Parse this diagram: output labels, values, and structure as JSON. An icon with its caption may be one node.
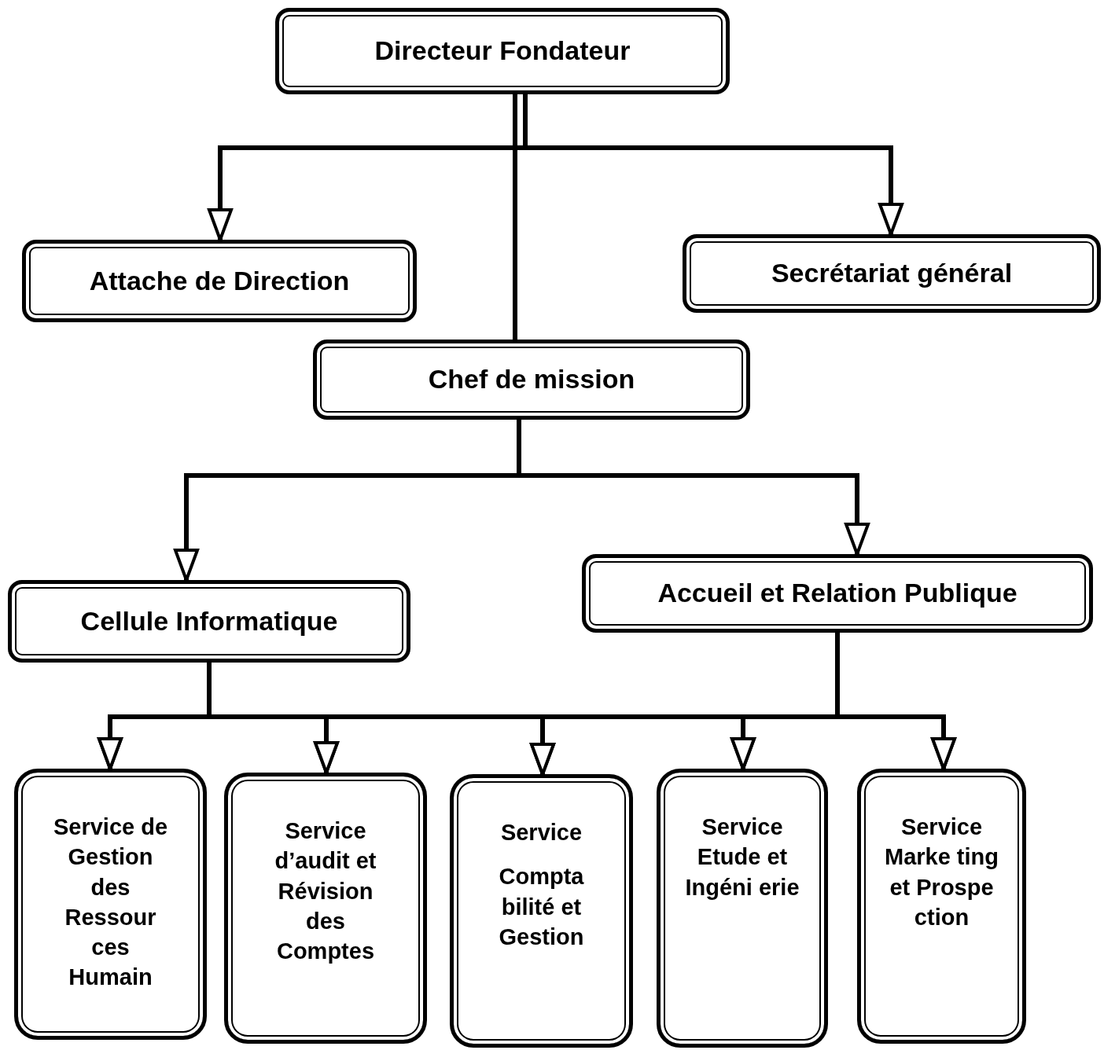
{
  "diagram": {
    "nodes": [
      {
        "text": [
          "Directeur  Fondateur"
        ]
      },
      {
        "text": [
          "Attache de Direction"
        ]
      },
      {
        "text": [
          "Secrétariat général"
        ]
      },
      {
        "text": [
          "Chef de mission"
        ]
      },
      {
        "text": [
          "Cellule Informatique"
        ]
      },
      {
        "text": [
          "Accueil et Relation Publique"
        ]
      },
      {
        "text": [
          "Service de Gestion des Ressour ces Humain"
        ]
      },
      {
        "text": [
          "Service d’audit et Révision des Comptes"
        ]
      },
      {
        "text": [
          "Service",
          "Compta bilité et Gestion"
        ]
      },
      {
        "text": [
          "Service Etude et Ingéni erie"
        ]
      },
      {
        "text": [
          "Service Marke ting et Prospe ction"
        ]
      }
    ],
    "edges": [
      {
        "from": 0,
        "to": 1,
        "arrow": "to"
      },
      {
        "from": 0,
        "to": 2,
        "arrow": "to"
      },
      {
        "from": 0,
        "to": 3,
        "arrow": "none"
      },
      {
        "from": 3,
        "to": 4,
        "arrow": "to"
      },
      {
        "from": 3,
        "to": 5,
        "arrow": "to"
      },
      {
        "from": 4,
        "to": 6,
        "arrow": "to"
      },
      {
        "from": 4,
        "to": 7,
        "arrow": "to"
      },
      {
        "from": 4,
        "to": 8,
        "arrow": "to"
      },
      {
        "from": 4,
        "to": 9,
        "arrow": "to"
      },
      {
        "from": 4,
        "to": 10,
        "arrow": "to"
      },
      {
        "from": 5,
        "to": 6,
        "arrow": "to"
      },
      {
        "from": 5,
        "to": 7,
        "arrow": "to"
      },
      {
        "from": 5,
        "to": 8,
        "arrow": "to"
      },
      {
        "from": 5,
        "to": 9,
        "arrow": "to"
      },
      {
        "from": 5,
        "to": 10,
        "arrow": "to"
      }
    ]
  }
}
